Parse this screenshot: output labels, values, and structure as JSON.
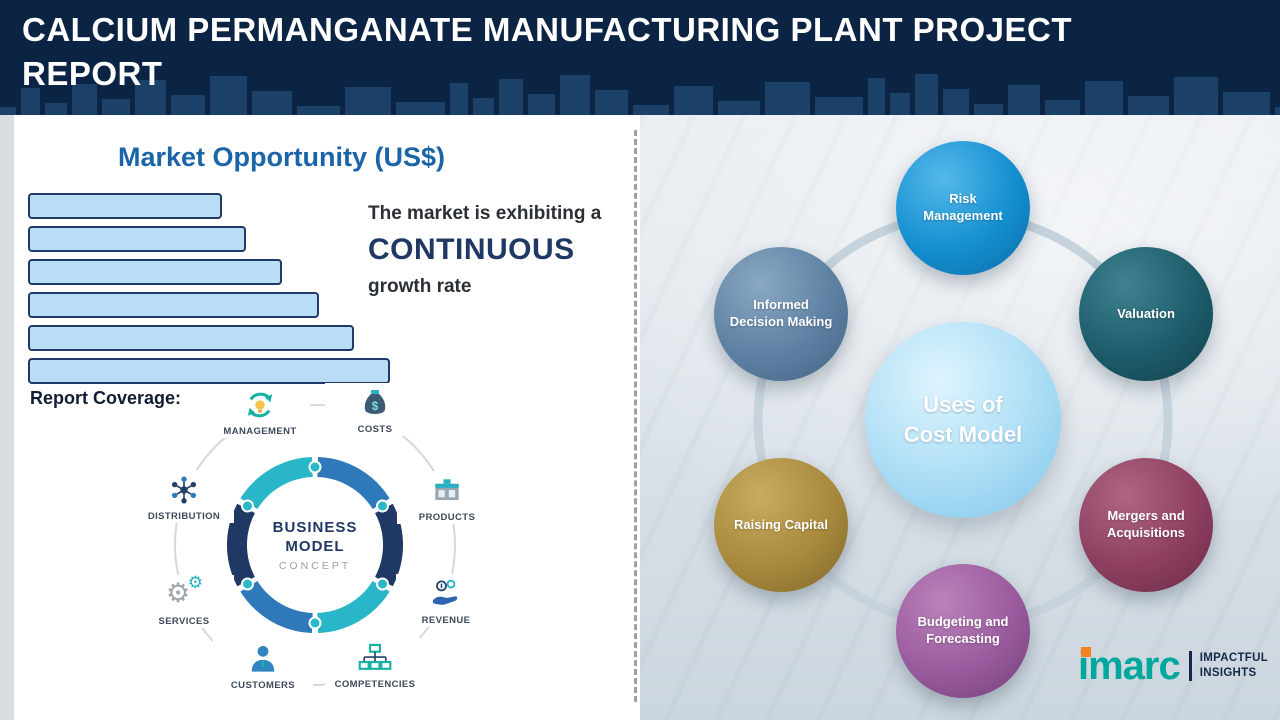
{
  "header": {
    "title_line1": "CALCIUM PERMANGANATE MANUFACTURING PLANT PROJECT",
    "title_line2": "REPORT"
  },
  "market_opportunity": {
    "title": "Market Opportunity (US$)",
    "bars": [
      190,
      214,
      250,
      287,
      322,
      358
    ],
    "note_line1": "The market is exhibiting a",
    "highlight": "CONTINUOUS",
    "note_line2": "growth rate"
  },
  "report_coverage": {
    "label": "Report Coverage:",
    "business_model": {
      "center_line1": "BUSINESS",
      "center_line2": "MODEL",
      "center_line3": "CONCEPT",
      "items": [
        {
          "label": "MANAGEMENT",
          "icon": "management-icon"
        },
        {
          "label": "COSTS",
          "icon": "costs-icon"
        },
        {
          "label": "DISTRIBUTION",
          "icon": "distribution-icon"
        },
        {
          "label": "PRODUCTS",
          "icon": "products-icon"
        },
        {
          "label": "SERVICES",
          "icon": "services-icon"
        },
        {
          "label": "REVENUE",
          "icon": "revenue-icon"
        },
        {
          "label": "CUSTOMERS",
          "icon": "customers-icon"
        },
        {
          "label": "COMPETENCIES",
          "icon": "competencies-icon"
        }
      ]
    }
  },
  "cost_model": {
    "center_line1": "Uses of",
    "center_line2": "Cost Model",
    "nodes": [
      {
        "label": "Risk Management",
        "base": "#148fd0",
        "light": "#55b9e9",
        "dark": "#0d6ba5"
      },
      {
        "label": "Valuation",
        "base": "#1d5c6b",
        "light": "#3f828f",
        "dark": "#123f4b"
      },
      {
        "label": "Mergers and Acquisitions",
        "base": "#8e3f60",
        "light": "#af6584",
        "dark": "#692b46"
      },
      {
        "label": "Budgeting and Forecasting",
        "base": "#9a5b9d",
        "light": "#ba82bc",
        "dark": "#723f77"
      },
      {
        "label": "Raising Capital",
        "base": "#a8893d",
        "light": "#c9ac60",
        "dark": "#7f662a"
      },
      {
        "label": "Informed Decision Making",
        "base": "#5e81a3",
        "light": "#8aa8c2",
        "dark": "#446283"
      }
    ]
  },
  "logo": {
    "brand": "imarc",
    "brand_color": "#00a79d",
    "dot_color": "#f58220",
    "tagline_line1": "IMPACTFUL",
    "tagline_line2": "INSIGHTS"
  },
  "chart_data": {
    "type": "bar",
    "orientation": "horizontal",
    "title": "Market Opportunity (US$)",
    "values_relative": [
      190,
      214,
      250,
      287,
      322,
      358
    ],
    "note": "Decorative ascending bars; no axis values shown in image"
  }
}
